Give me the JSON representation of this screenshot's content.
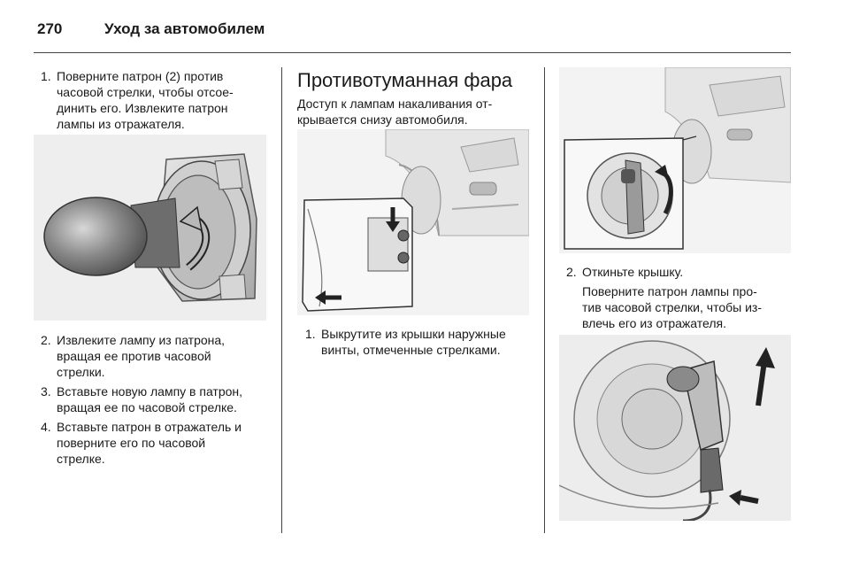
{
  "header": {
    "page_number": "270",
    "section_title": "Уход за автомобилем"
  },
  "col1": {
    "steps": [
      {
        "num": "1.",
        "lines": [
          "Поверните патрон (2) против",
          "часовой стрелки, чтобы отсое-",
          "динить его. Извлеките патрон",
          "лампы из отражателя."
        ]
      },
      {
        "num": "2.",
        "lines": [
          "Извлеките лампу из патрона,",
          "вращая ее против часовой",
          "стрелки."
        ]
      },
      {
        "num": "3.",
        "lines": [
          "Вставьте новую лампу в патрон,",
          "вращая ее по часовой стрелке."
        ]
      },
      {
        "num": "4.",
        "lines": [
          "Вставьте патрон в отражатель и",
          "поверните его по часовой",
          "стрелке."
        ]
      }
    ]
  },
  "col2": {
    "heading": "Противотуманная фара",
    "intro_lines": [
      "Доступ к лампам накаливания от-",
      "крывается снизу автомобиля."
    ],
    "steps": [
      {
        "num": "1.",
        "lines": [
          "Выкрутите из крышки наружные",
          "винты, отмеченные стрелками."
        ]
      }
    ]
  },
  "col3": {
    "steps": [
      {
        "num": "2.",
        "lines": [
          "Откиньте крышку."
        ]
      }
    ],
    "sub_lines": [
      "Поверните патрон лампы про-",
      "тив часовой стрелки, чтобы из-",
      "влечь его из отражателя."
    ]
  }
}
